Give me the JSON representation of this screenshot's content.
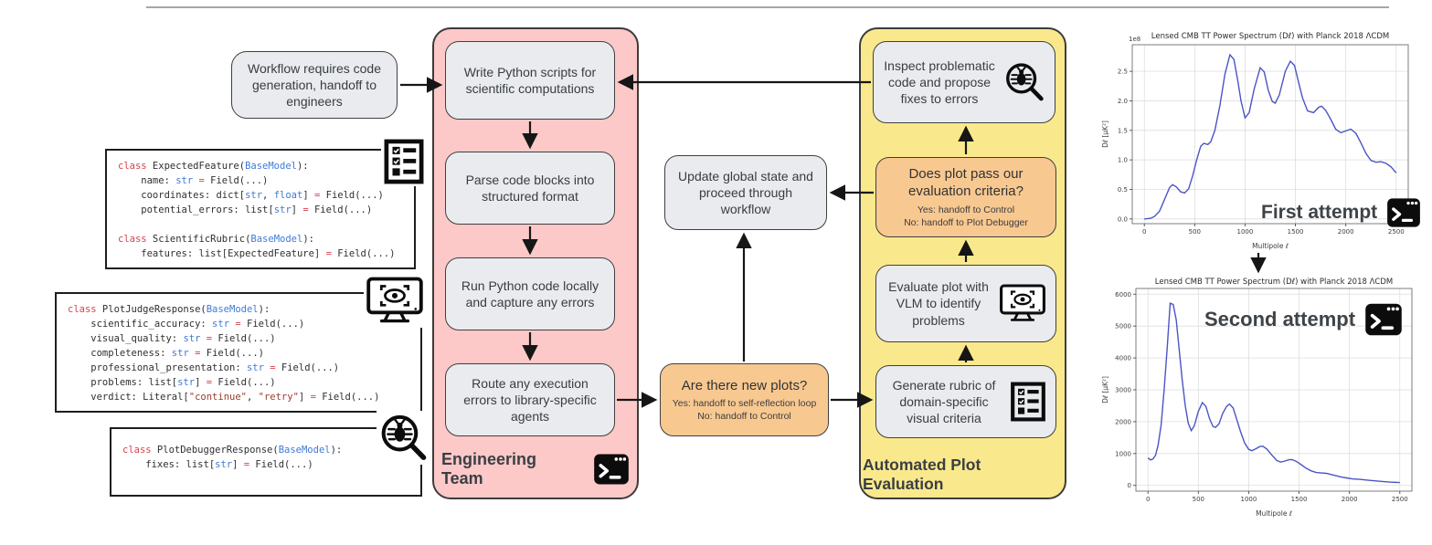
{
  "handoff": {
    "start_box": "Workflow requires code generation, handoff to engineers"
  },
  "engineering_team": {
    "label": "Engineering Team",
    "write_box": "Write Python scripts for scientific computations",
    "parse_box": "Parse code blocks into structured format",
    "run_box": "Run Python code locally and capture any errors",
    "route_box": "Route any execution errors to library-specific agents"
  },
  "state": {
    "update_box": "Update global state and proceed through workflow",
    "decision_box": {
      "title": "Are there new plots?",
      "yes_line": "Yes: handoff to self-reflection loop",
      "no_line": "No: handoff to Control"
    }
  },
  "plot_evaluation": {
    "label": "Automated Plot Evaluation",
    "inspect_box": "Inspect problematic code and propose fixes to errors",
    "decision_box": {
      "title": "Does plot pass our evaluation criteria?",
      "yes_line": "Yes: handoff to Control",
      "no_line": "No: handoff to Plot Debugger"
    },
    "evaluate_box": "Evaluate plot with VLM to identify problems",
    "generate_box": "Generate rubric of domain-specific visual criteria"
  },
  "code_models": {
    "scientific_rubric": {
      "icon": "checklist-icon",
      "lines": [
        "class ExpectedFeature(BaseModel):",
        "    name: str = Field(...)",
        "    coordinates: dict[str, float] = Field(...)",
        "    potential_errors: list[str] = Field(...)",
        "",
        "class ScientificRubric(BaseModel):",
        "    features: list[ExpectedFeature] = Field(...)"
      ]
    },
    "plot_judge": {
      "icon": "monitor-eye-icon",
      "lines": [
        "class PlotJudgeResponse(BaseModel):",
        "    scientific_accuracy: str = Field(...)",
        "    visual_quality: str = Field(...)",
        "    completeness: str = Field(...)",
        "    professional_presentation: str = Field(...)",
        "    problems: list[str] = Field(...)",
        "    verdict: Literal[\"continue\", \"retry\"] = Field(...)"
      ]
    },
    "plot_debugger": {
      "icon": "bug-magnifier-icon",
      "lines": [
        "class PlotDebuggerResponse(BaseModel):",
        "    fixes: list[str] = Field(...)"
      ]
    }
  },
  "attempts": {
    "first_label": "First attempt",
    "second_label": "Second attempt"
  },
  "colors": {
    "pink_panel": "#fcc9c8",
    "yellow_panel": "#fae98c",
    "orange_box": "#f8c891",
    "gray_box": "#e9ebee",
    "plot_line": "#4a55c4"
  },
  "chart_data": [
    {
      "type": "line",
      "title": "Lensed CMB TT Power Spectrum (Dℓ) with Planck 2018 ΛCDM",
      "xlabel": "Multipole ℓ",
      "ylabel": "Dℓ [μK²]",
      "y_offset_label": "1e8",
      "xlim": [
        -120,
        2620
      ],
      "ylim": [
        -0.08,
        2.95
      ],
      "xticks": [
        0,
        500,
        1000,
        1500,
        2000,
        2500
      ],
      "yticks": [
        0,
        0.5,
        1,
        1.5,
        2,
        2.5
      ],
      "ytick_labels": [
        "0.0",
        "0.5",
        "1.0",
        "1.5",
        "2.0",
        "2.5"
      ],
      "grid": true,
      "line_color": "#4a55c4",
      "annotation": "First attempt",
      "series": [
        {
          "name": "Dl_first_attempt_1e8_uK2",
          "x": [
            0,
            60,
            100,
            150,
            200,
            250,
            280,
            320,
            360,
            400,
            440,
            480,
            520,
            560,
            590,
            630,
            660,
            700,
            750,
            800,
            850,
            890,
            930,
            960,
            1000,
            1040,
            1090,
            1150,
            1190,
            1230,
            1270,
            1300,
            1340,
            1400,
            1450,
            1490,
            1530,
            1570,
            1620,
            1680,
            1730,
            1760,
            1800,
            1850,
            1900,
            1950,
            2000,
            2050,
            2100,
            2150,
            2200,
            2250,
            2300,
            2350,
            2400,
            2450,
            2500
          ],
          "y": [
            0.0,
            0.01,
            0.04,
            0.13,
            0.33,
            0.53,
            0.58,
            0.54,
            0.46,
            0.44,
            0.51,
            0.73,
            1.0,
            1.23,
            1.28,
            1.26,
            1.31,
            1.5,
            1.92,
            2.45,
            2.78,
            2.7,
            2.32,
            2.0,
            1.71,
            1.8,
            2.2,
            2.56,
            2.49,
            2.18,
            1.99,
            1.96,
            2.1,
            2.5,
            2.67,
            2.6,
            2.32,
            2.05,
            1.83,
            1.8,
            1.89,
            1.91,
            1.84,
            1.69,
            1.52,
            1.46,
            1.49,
            1.52,
            1.45,
            1.29,
            1.11,
            0.99,
            0.96,
            0.97,
            0.94,
            0.88,
            0.78
          ]
        }
      ]
    },
    {
      "type": "line",
      "title": "Lensed CMB TT Power Spectrum (Dℓ) with Planck 2018 ΛCDM",
      "xlabel": "Multipole ℓ",
      "ylabel": "Dℓ [μK²]",
      "xlim": [
        -120,
        2620
      ],
      "ylim": [
        -180,
        6180
      ],
      "xticks": [
        0,
        500,
        1000,
        1500,
        2000,
        2500
      ],
      "yticks": [
        0,
        1000,
        2000,
        3000,
        4000,
        5000,
        6000
      ],
      "ytick_labels": [
        "0",
        "1000",
        "2000",
        "3000",
        "4000",
        "5000",
        "6000"
      ],
      "grid": true,
      "line_color": "#4a55c4",
      "annotation": "Second attempt",
      "series": [
        {
          "name": "Dl_second_attempt_uK2",
          "x": [
            0,
            25,
            50,
            75,
            100,
            130,
            160,
            190,
            220,
            250,
            280,
            310,
            340,
            370,
            400,
            430,
            460,
            500,
            540,
            575,
            610,
            645,
            670,
            705,
            740,
            780,
            810,
            845,
            880,
            920,
            960,
            1000,
            1030,
            1070,
            1110,
            1140,
            1180,
            1230,
            1280,
            1320,
            1360,
            1400,
            1430,
            1470,
            1520,
            1570,
            1620,
            1670,
            1720,
            1770,
            1820,
            1870,
            1920,
            1970,
            2030,
            2100,
            2200,
            2300,
            2400,
            2500
          ],
          "y": [
            860,
            800,
            830,
            950,
            1250,
            1900,
            3000,
            4300,
            5720,
            5680,
            5200,
            4250,
            3300,
            2500,
            1950,
            1720,
            1870,
            2320,
            2600,
            2480,
            2100,
            1850,
            1820,
            1930,
            2250,
            2480,
            2550,
            2430,
            2080,
            1680,
            1330,
            1130,
            1090,
            1150,
            1220,
            1230,
            1140,
            950,
            780,
            730,
            765,
            805,
            810,
            760,
            650,
            540,
            455,
            405,
            390,
            380,
            340,
            300,
            262,
            235,
            205,
            190,
            158,
            128,
            105,
            90
          ]
        }
      ]
    }
  ]
}
